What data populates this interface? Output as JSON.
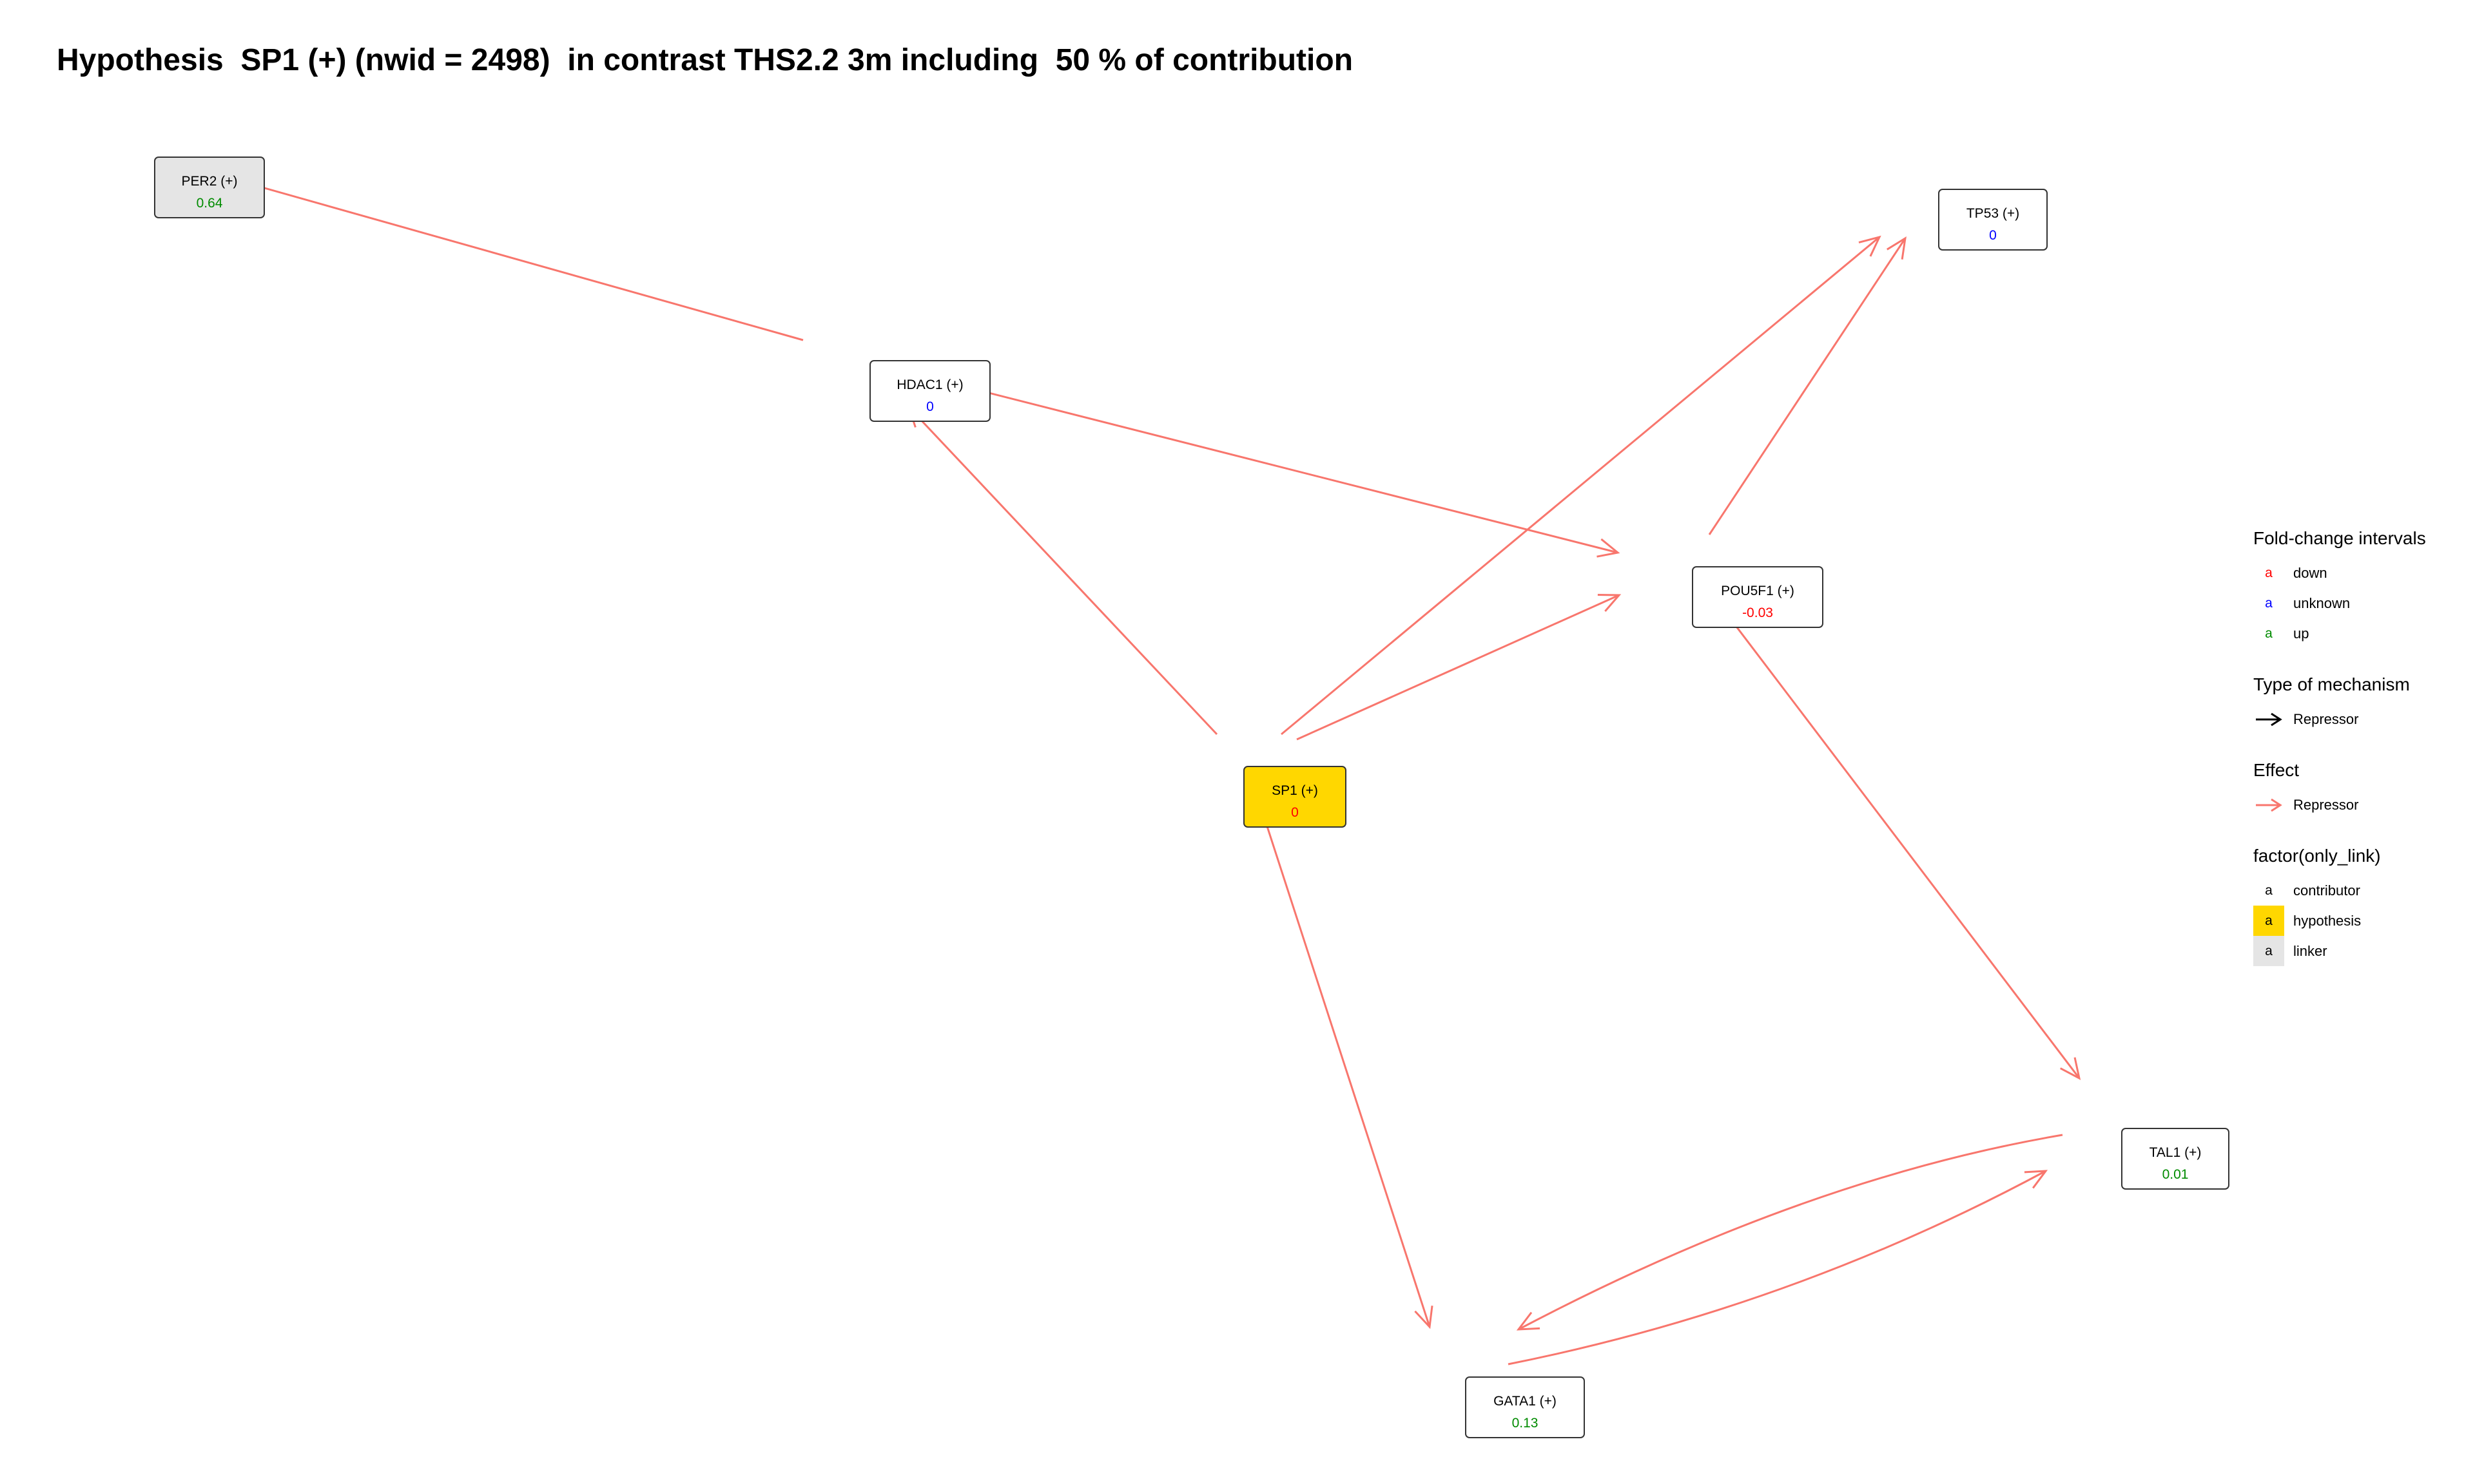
{
  "title": "Hypothesis  SP1 (+) (nwid = 2498)  in contrast THS2.2 3m including  50 % of contribution",
  "colors": {
    "edge": "#F8766D",
    "down": "#FF0000",
    "unknown": "#0000FF",
    "up": "#008B00",
    "hypothesis_fill": "#FFD700",
    "linker_fill": "#E5E5E5",
    "contributor_fill": "#FFFFFF"
  },
  "nodes": [
    {
      "id": "PER2",
      "label": "PER2 (+)",
      "value": "0.64",
      "interval": "up",
      "role": "linker"
    },
    {
      "id": "TP53",
      "label": "TP53 (+)",
      "value": "0",
      "interval": "unknown",
      "role": "contributor"
    },
    {
      "id": "HDAC1",
      "label": "HDAC1 (+)",
      "value": "0",
      "interval": "unknown",
      "role": "contributor"
    },
    {
      "id": "POU5F1",
      "label": "POU5F1 (+)",
      "value": "-0.03",
      "interval": "down",
      "role": "contributor"
    },
    {
      "id": "SP1",
      "label": "SP1 (+)",
      "value": "0",
      "interval": "down",
      "role": "hypothesis"
    },
    {
      "id": "TAL1",
      "label": "TAL1 (+)",
      "value": "0.01",
      "interval": "up",
      "role": "contributor"
    },
    {
      "id": "GATA1",
      "label": "GATA1 (+)",
      "value": "0.13",
      "interval": "up",
      "role": "contributor"
    }
  ],
  "edges": [
    {
      "from": "HDAC1",
      "to": "PER2",
      "mechanism": "Repressor"
    },
    {
      "from": "HDAC1",
      "to": "POU5F1",
      "mechanism": "Repressor"
    },
    {
      "from": "SP1",
      "to": "HDAC1",
      "mechanism": "Repressor"
    },
    {
      "from": "SP1",
      "to": "TP53",
      "mechanism": "Repressor"
    },
    {
      "from": "SP1",
      "to": "POU5F1",
      "mechanism": "Repressor"
    },
    {
      "from": "POU5F1",
      "to": "TP53",
      "mechanism": "Repressor"
    },
    {
      "from": "POU5F1",
      "to": "TAL1",
      "mechanism": "Repressor"
    },
    {
      "from": "SP1",
      "to": "GATA1",
      "mechanism": "Repressor"
    },
    {
      "from": "TAL1",
      "to": "GATA1",
      "mechanism": "Repressor"
    },
    {
      "from": "GATA1",
      "to": "TAL1",
      "mechanism": "Repressor"
    }
  ],
  "legend": {
    "fold_change": {
      "title": "Fold-change intervals",
      "items": [
        {
          "key": "a",
          "label": "down",
          "color": "#FF0000"
        },
        {
          "key": "a",
          "label": "unknown",
          "color": "#0000FF"
        },
        {
          "key": "a",
          "label": "up",
          "color": "#008B00"
        }
      ]
    },
    "mechanism": {
      "title": "Type of mechanism",
      "items": [
        {
          "label": "Repressor",
          "color": "#000000"
        }
      ]
    },
    "effect": {
      "title": "Effect",
      "items": [
        {
          "label": "Repressor",
          "color": "#F8766D"
        }
      ]
    },
    "only_link": {
      "title": "factor(only_link)",
      "items": [
        {
          "key": "a",
          "label": "contributor",
          "fill": "#FFFFFF"
        },
        {
          "key": "a",
          "label": "hypothesis",
          "fill": "#FFD700"
        },
        {
          "key": "a",
          "label": "linker",
          "fill": "#E5E5E5"
        }
      ]
    }
  }
}
